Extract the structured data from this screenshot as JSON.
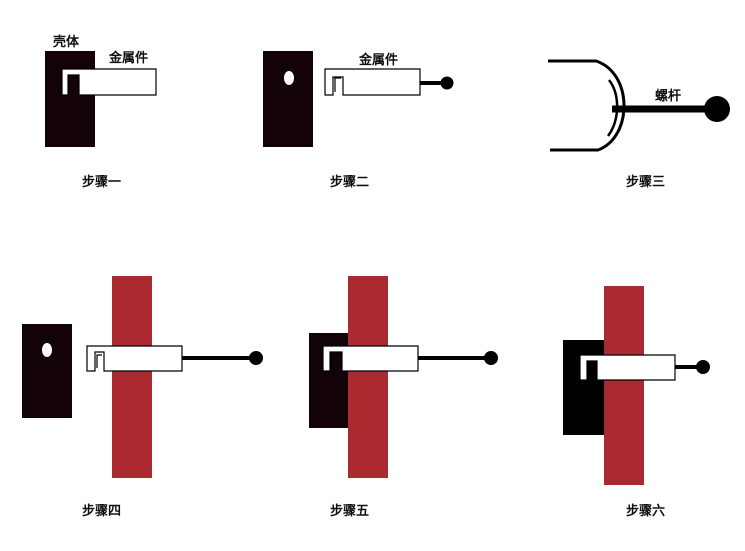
{
  "labels": {
    "shell": "壳体",
    "metal_part": "金属件",
    "screw_rod": "螺杆"
  },
  "steps": [
    "步骤一",
    "步骤二",
    "步骤三",
    "步骤四",
    "步骤五",
    "步骤六"
  ],
  "colors": {
    "shell": "#140306",
    "wall": "#ab2a30",
    "outline": "#000000",
    "fill": "#ffffff"
  }
}
